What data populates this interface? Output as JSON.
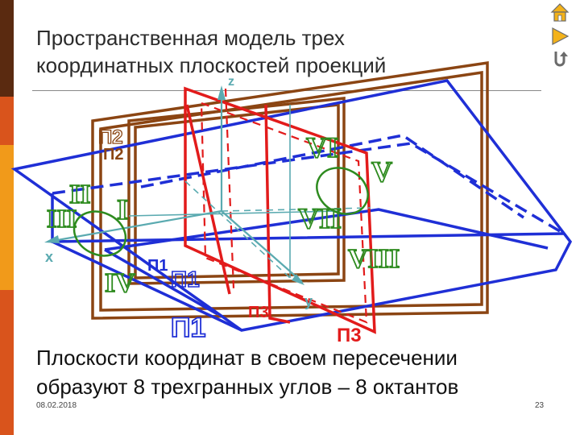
{
  "slide": {
    "title_lines": [
      "Пространственная модель трех",
      "координатных плоскостей проекций"
    ],
    "caption_lines": [
      "Плоскости координат в своем пересечении",
      "образуют 8 трехгранных углов – 8 октантов"
    ],
    "date": "08.02.2018",
    "page_number": "23"
  },
  "nav": {
    "home_icon": "home-icon",
    "next_icon": "play-arrow-icon",
    "back_icon": "return-arrow-icon"
  },
  "diagram": {
    "axis_labels": {
      "z": "z",
      "x": "x",
      "y": "y"
    },
    "plane_labels": {
      "p2_main": "П2",
      "p2_outline": "П2",
      "p1_center": "П1",
      "p1_small": "П1",
      "p1_bottom": "П1",
      "p3_center": "П3",
      "p3_bottom": "П3"
    },
    "octant_labels": [
      "I",
      "II",
      "III",
      "IV",
      "V",
      "VI",
      "VII",
      "VIII"
    ],
    "colors": {
      "frontal_plane": "#8b4513",
      "horizontal_plane": "#1f2fd6",
      "profile_plane": "#e21b1b",
      "axes": "#5aaab0",
      "octant_labels": "#2e8b1f",
      "highlight_ellipse": "#2e8b1f"
    }
  }
}
